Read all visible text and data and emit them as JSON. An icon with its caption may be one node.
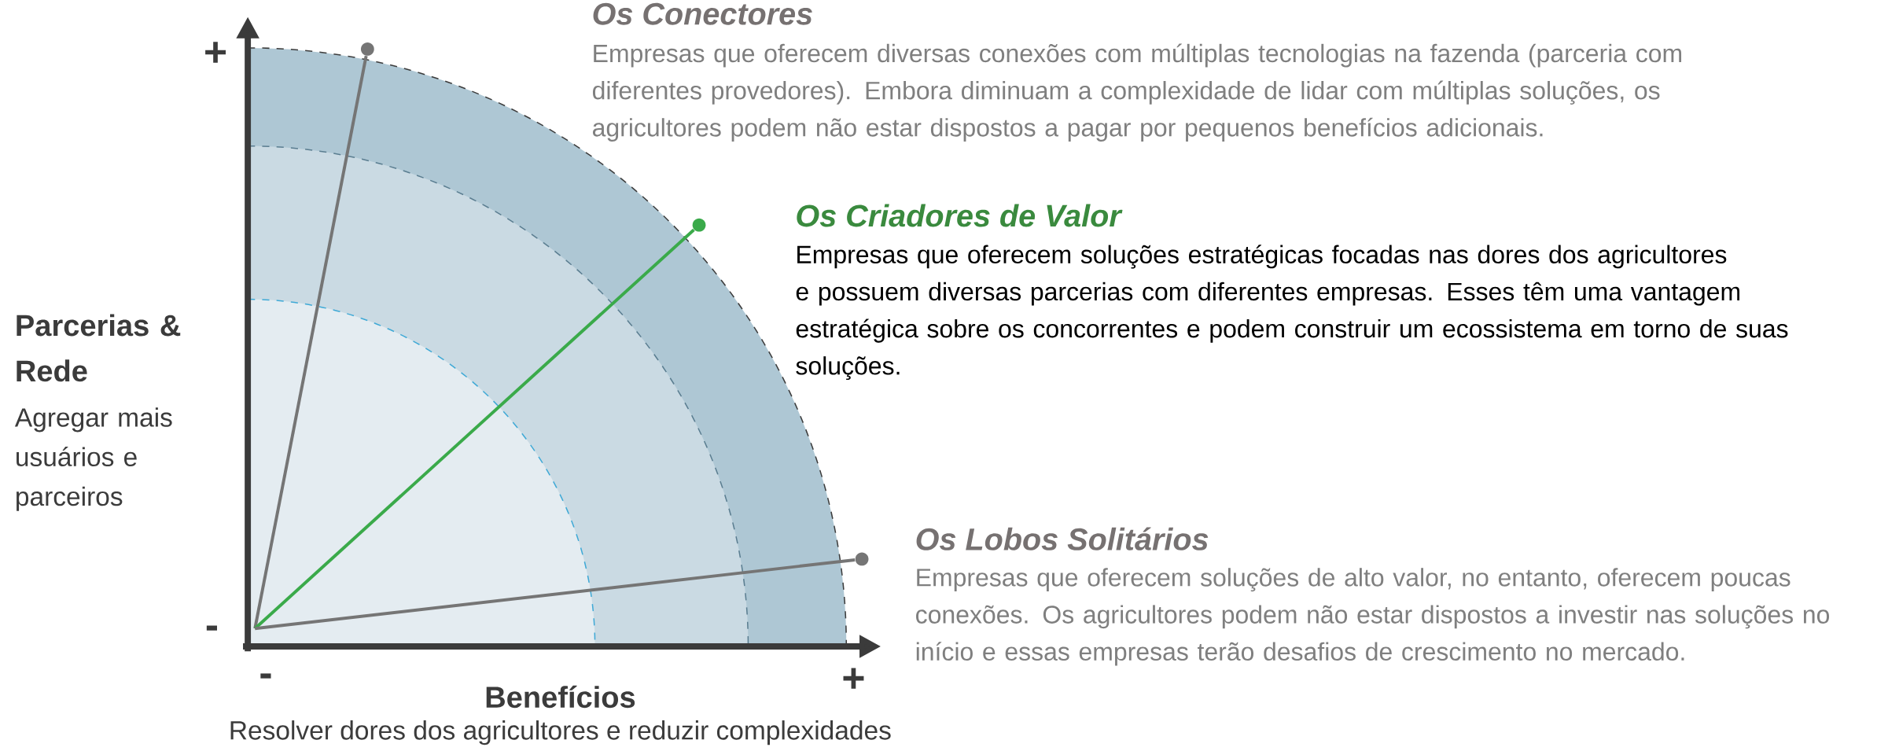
{
  "diagram": {
    "nodes": [
      {
        "text": [],
        "shape": "circle"
      },
      {
        "text": [],
        "shape": "circle"
      },
      {
        "text": [],
        "shape": "circle"
      }
    ],
    "edges": [
      {
        "from": null,
        "to": 0,
        "arrow": "none"
      },
      {
        "from": null,
        "to": 1,
        "arrow": "none",
        "color": "#3aaa4a"
      },
      {
        "from": null,
        "to": 2,
        "arrow": "none"
      }
    ],
    "labels": [
      "Os Conectores",
      "Empresas que oferecem diversas conexões com múltiplas tecnologias na fazenda (parceria com diferentes provedores). Embora diminuam a complexidade de lidar com múltiplas soluções, os agricultores podem não estar dispostos a pagar por pequenos benefícios adicionais.",
      "+",
      "Os Criadores de Valor",
      "Empresas que oferecem soluções estratégicas focadas nas dores dos agricultores e possuem diversas parcerias com diferentes empresas. Esses têm uma vantagem estratégica sobre os concorrentes e podem construir um ecossistema em torno de suas soluções.",
      "Parcerias & Rede",
      "Agregar mais usuários e parceiros",
      "Os Lobos Solitários",
      "Empresas que oferecem soluções de alto valor, no entanto, oferecem poucas conexões. Os agricultores podem não estar dispostos a investir nas soluções no início e essas empresas terão desafios de crescimento no mercado.",
      "-",
      "-",
      "+",
      "Benefícios",
      "Resolver dores dos agricultores e reduzir complexidades"
    ]
  }
}
